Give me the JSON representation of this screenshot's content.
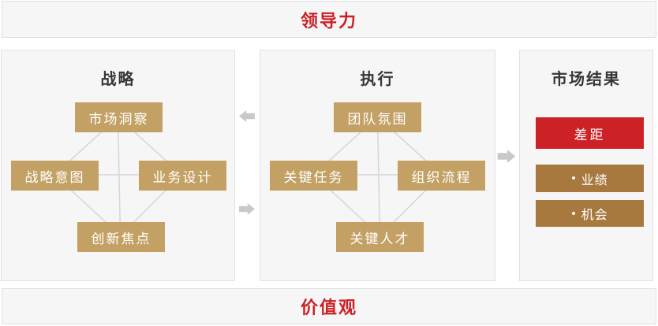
{
  "top_bar": {
    "label": "领导力"
  },
  "bottom_bar": {
    "label": "价值观"
  },
  "panels": {
    "strategy": {
      "title": "战略",
      "nodes": {
        "top": "市场洞察",
        "left": "战略意图",
        "right": "业务设计",
        "bottom": "创新焦点"
      }
    },
    "execution": {
      "title": "执行",
      "nodes": {
        "top": "团队氛围",
        "left": "关键任务",
        "right": "组织流程",
        "bottom": "关键人才"
      }
    },
    "results": {
      "title": "市场结果",
      "gap": "差距",
      "items": [
        {
          "bullet": "•",
          "label": "业绩"
        },
        {
          "bullet": "•",
          "label": "机会"
        }
      ]
    }
  },
  "colors": {
    "bar_background": "#f6f6f6",
    "panel_background": "#f6f6f6",
    "panel_border": "#e2e2e2",
    "red_accent": "#cb2127",
    "red_text": "#cc2026",
    "tan_node": "#c3a164",
    "brown_item": "#a7793f",
    "arrow_gray": "#c9c9c9",
    "connector_line": "#d6d6d6",
    "title_text": "#363636"
  }
}
